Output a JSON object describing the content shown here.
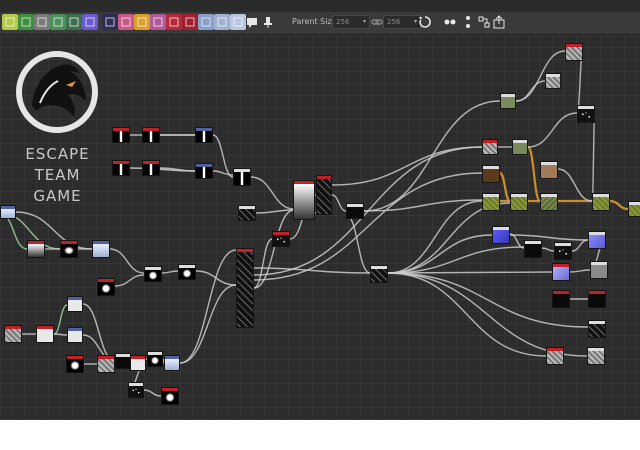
{
  "toolbar": {
    "tools": [
      {
        "icon": "color-swatch-icon",
        "color": "#b4c84a"
      },
      {
        "icon": "green-square-icon",
        "color": "#3d8f3d"
      },
      {
        "icon": "grayscale-icon",
        "color": "#7a7a7a"
      },
      {
        "icon": "gradient-icon",
        "color": "#4b8f5b"
      },
      {
        "icon": "levels-icon",
        "color": "#3d6f4d"
      },
      {
        "icon": "color-wheel-icon",
        "color": "#6a5acd"
      },
      {
        "icon": "histogram-icon",
        "color": "#2d2d55"
      },
      {
        "icon": "curve-icon",
        "color": "#c85a8a"
      },
      {
        "icon": "warning-icon",
        "color": "#d8a02a"
      },
      {
        "icon": "text-icon",
        "color": "#b05a9a"
      },
      {
        "icon": "transform-icon",
        "color": "#b52a3a"
      },
      {
        "icon": "bitmap-icon",
        "color": "#a01f2f"
      },
      {
        "icon": "frame-icon",
        "color": "#8aa0c8"
      },
      {
        "icon": "select-icon",
        "color": "#9fb0d0"
      },
      {
        "icon": "output-icon",
        "color": "#b8c8e0"
      }
    ],
    "comment_icon": "comment-icon",
    "pin_icon": "pin-icon",
    "parent_size_label": "Parent Size:",
    "width_value": "256",
    "height_value": "256",
    "link_icon": "link-icon",
    "reset_icon": "reset-icon",
    "right_icons": [
      "dots-icon",
      "two-dots-icon",
      "split-icon",
      "publish-icon"
    ]
  },
  "logo": {
    "line1": "ESCAPE",
    "line2": "TEAM",
    "line3": "GAME"
  }
}
